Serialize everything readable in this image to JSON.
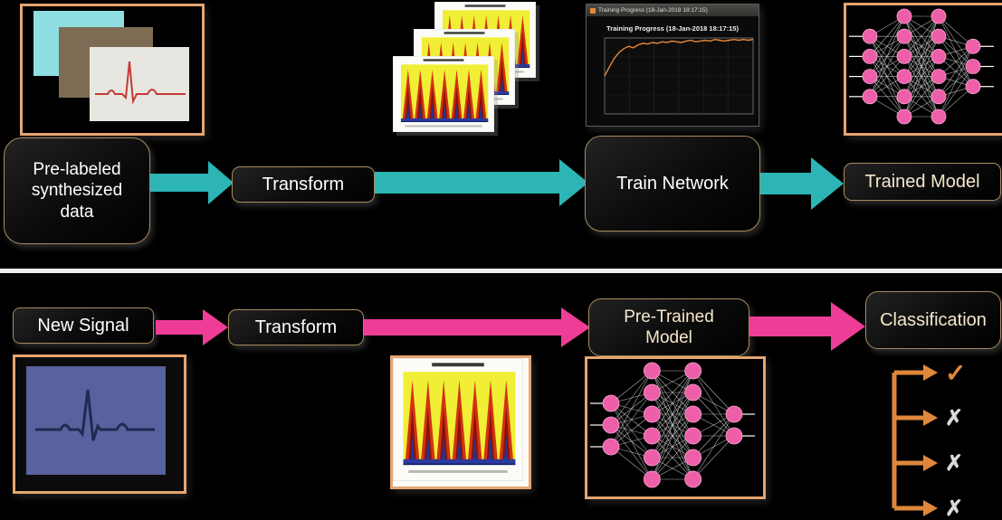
{
  "colors": {
    "background": "#000000",
    "teal_arrow": "#2cb5b4",
    "pink_arrow": "#ee3d96",
    "frame_orange": "#e5a570",
    "node_pink": "#ee5fa9",
    "check_orange": "#e0873c",
    "cross_gray": "#d9d9d9",
    "scalogram_yellow": "#f0ee35",
    "training_curve_orange": "#e8883a",
    "label_text": "#ffffff",
    "label_text_cream": "#f6e7cb"
  },
  "top_flow": {
    "prelabeled_data_label": "Pre-labeled\nsynthesized\ndata",
    "transform_label": "Transform",
    "train_network_label": "Train Network",
    "trained_model_label": "Trained Model",
    "training_window": {
      "titlebar": "Training Progress (18-Jan-2018 18:17:15)",
      "chart_title": "Training Progress (18-Jan-2018 18:17:15)"
    }
  },
  "bottom_flow": {
    "new_signal_label": "New Signal",
    "transform_label": "Transform",
    "pretrained_model_label": "Pre-Trained\nModel",
    "classification_label": "Classification",
    "results": [
      {
        "type": "check",
        "glyph": "✓"
      },
      {
        "type": "cross",
        "glyph": "✗"
      },
      {
        "type": "cross",
        "glyph": "✗"
      },
      {
        "type": "cross",
        "glyph": "✗"
      }
    ]
  }
}
